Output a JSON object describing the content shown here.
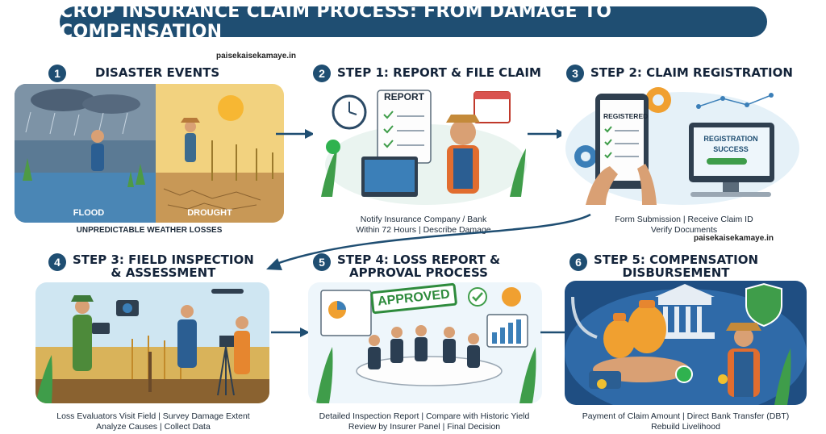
{
  "title": "CROP INSURANCE CLAIM PROCESS: FROM DAMAGE TO COMPENSATION",
  "watermark": "paisekaisekamaye.in",
  "steps": [
    {
      "num": "1",
      "title": "DISASTER EVENTS",
      "labels": [
        "FLOOD",
        "DROUGHT"
      ],
      "caption": [
        "UNPREDICTABLE WEATHER LOSSES"
      ]
    },
    {
      "num": "2",
      "title": "STEP 1: REPORT & FILE CLAIM",
      "labels": [
        "REPORT"
      ],
      "caption": [
        "Notify Insurance Company / Bank",
        "Within 72 Hours | Describe Damage"
      ]
    },
    {
      "num": "3",
      "title": "STEP 2: CLAIM REGISTRATION",
      "labels": [
        "REGISTERED",
        "REGISTRATION SUCCESS"
      ],
      "caption": [
        "Form Submission | Receive Claim ID",
        "Verify Documents"
      ]
    },
    {
      "num": "4",
      "title": [
        "STEP 3: FIELD INSPECTION",
        "& ASSESSMENT"
      ],
      "caption": [
        "Loss Evaluators Visit Field | Survey Damage Extent",
        "Analyze Causes | Collect Data"
      ]
    },
    {
      "num": "5",
      "title": [
        "STEP 4: LOSS REPORT &",
        "APPROVAL PROCESS"
      ],
      "labels": [
        "APPROVED"
      ],
      "caption": [
        "Detailed Inspection Report | Compare with Historic Yield",
        "Review by Insurer Panel | Final Decision"
      ]
    },
    {
      "num": "6",
      "title": [
        "STEP 5: COMPENSATION",
        "DISBURSEMENT"
      ],
      "caption": [
        "Payment of Claim Amount | Direct Bank Transfer (DBT)",
        "Rebuild Livelihood"
      ]
    }
  ],
  "colors": {
    "banner": "#1f4e72",
    "arrow": "#1f4e72"
  }
}
